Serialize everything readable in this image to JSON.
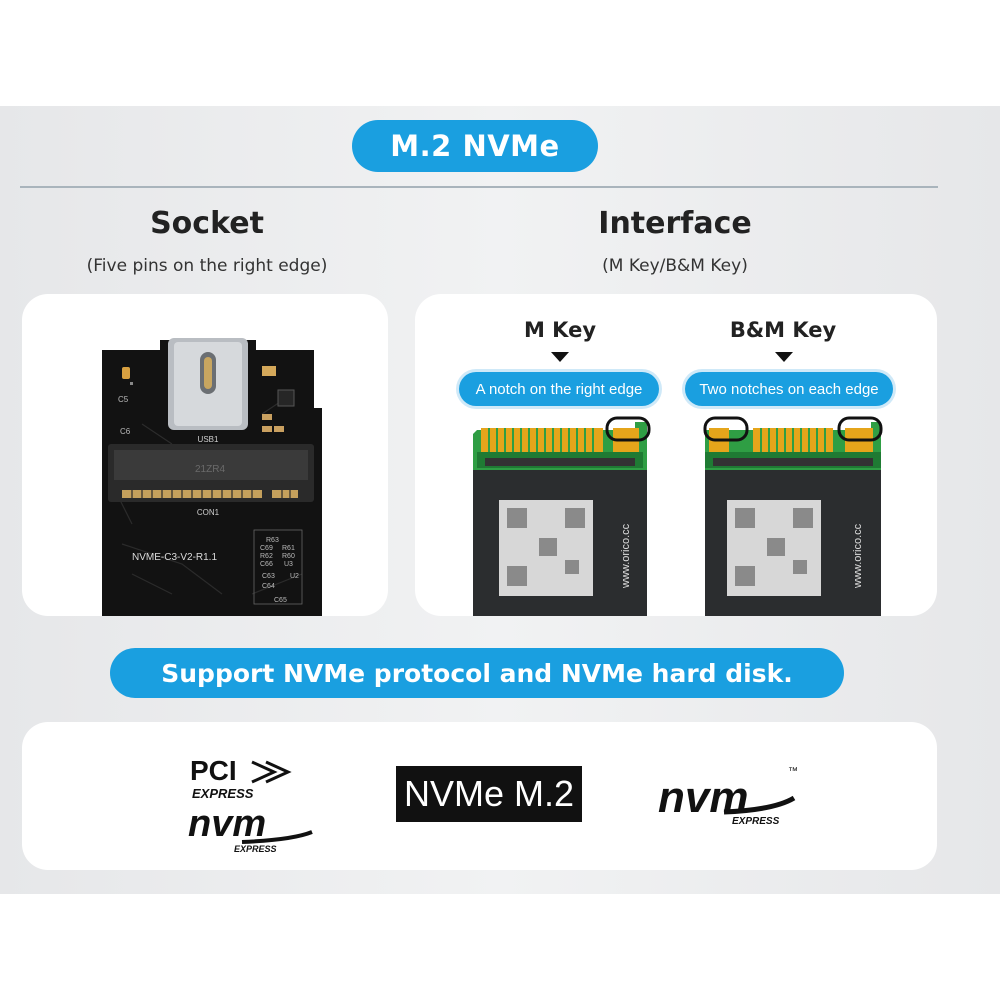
{
  "title": "M.2 NVMe",
  "socket": {
    "heading": "Socket",
    "subheading": "(Five pins on the right edge)",
    "board": {
      "usb_label": "USB1",
      "con_label": "CON1",
      "chip_text": "21ZR4",
      "model": "NVME-C3-V2-R1.1",
      "c5": "C5",
      "c6": "C6",
      "c63": "C63",
      "c64": "C64",
      "c65": "C65",
      "r63": "R63",
      "r61": "R61",
      "c69": "C69",
      "r62": "R62",
      "r60": "R60",
      "c66": "C66",
      "u2": "U2",
      "u3": "U3"
    }
  },
  "interface": {
    "heading": "Interface",
    "subheading": "(M Key/B&M Key)",
    "m_key": {
      "label": "M Key",
      "note": "A notch on the right edge",
      "brand": "www.orico.cc"
    },
    "bm_key": {
      "label": "B&M Key",
      "note": "Two notches on each edge",
      "brand": "www.orico.cc"
    }
  },
  "support_banner": "Support NVMe protocol and NVMe hard disk.",
  "logos": {
    "pci_top": "PCI",
    "pci_express": "EXPRESS",
    "nvm_word": "nvm",
    "nvm_express": "EXPRESS",
    "nvme_m2": "NVMe M.2",
    "nvm_word_2": "nvm",
    "nvm_express_2": "EXPRESS",
    "tm": "™"
  },
  "colors": {
    "accent": "#1a9fe0",
    "pcb": "#121212",
    "gold": "#e5a51b",
    "ssd_green": "#2f9e44"
  }
}
